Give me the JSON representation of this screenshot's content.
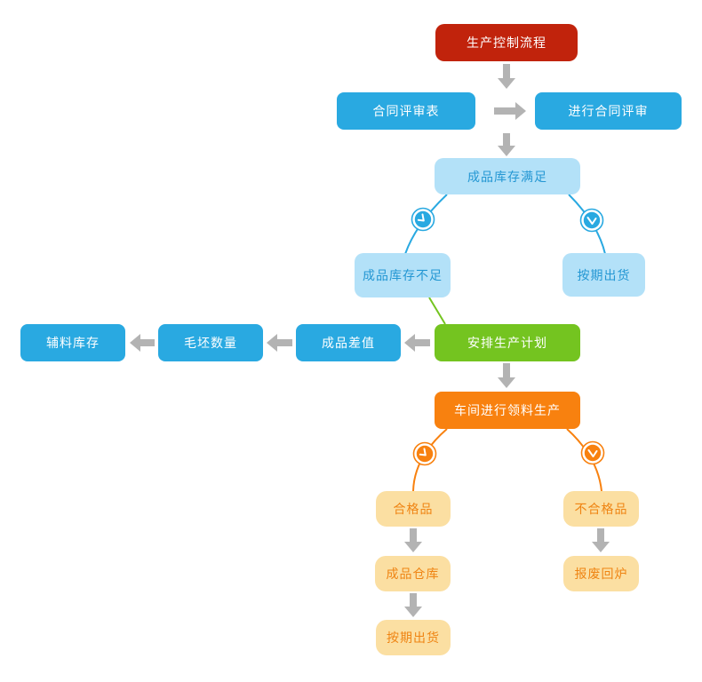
{
  "diagram": {
    "title": "生产控制流程",
    "nodes": {
      "start": {
        "label": "生产控制流程"
      },
      "contract_form": {
        "label": "合同评审表"
      },
      "contract_review": {
        "label": "进行合同评审"
      },
      "stock_ok": {
        "label": "成品库存满足"
      },
      "stock_low": {
        "label": "成品库存不足"
      },
      "ship_top": {
        "label": "按期出货"
      },
      "plan": {
        "label": "安排生产计划"
      },
      "product_diff": {
        "label": "成品差值"
      },
      "blank_qty": {
        "label": "毛坯数量"
      },
      "material_stock": {
        "label": "辅料库存"
      },
      "workshop": {
        "label": "车间进行领料生产"
      },
      "qualified": {
        "label": "合格品"
      },
      "unqualified": {
        "label": "不合格品"
      },
      "warehouse": {
        "label": "成品仓库"
      },
      "ship_bottom": {
        "label": "按期出货"
      },
      "scrap": {
        "label": "报废回炉"
      }
    },
    "edges": [
      {
        "from": "start",
        "to": "contract_form",
        "connector": "gray-block-arrow-down"
      },
      {
        "from": "contract_form",
        "to": "contract_review",
        "connector": "gray-block-arrow-right"
      },
      {
        "from": "contract_review",
        "to": "stock_ok",
        "connector": "gray-block-arrow-down"
      },
      {
        "from": "stock_ok",
        "to": "stock_low",
        "connector": "blue-line-with-clock-icon"
      },
      {
        "from": "stock_ok",
        "to": "ship_top",
        "connector": "blue-line-with-clock-icon"
      },
      {
        "from": "stock_low",
        "to": "plan",
        "connector": "green-line"
      },
      {
        "from": "plan",
        "to": "product_diff",
        "connector": "gray-block-arrow-left"
      },
      {
        "from": "product_diff",
        "to": "blank_qty",
        "connector": "gray-block-arrow-left"
      },
      {
        "from": "blank_qty",
        "to": "material_stock",
        "connector": "gray-block-arrow-left"
      },
      {
        "from": "plan",
        "to": "workshop",
        "connector": "gray-block-arrow-down"
      },
      {
        "from": "workshop",
        "to": "qualified",
        "connector": "orange-line-with-clock-icon"
      },
      {
        "from": "workshop",
        "to": "unqualified",
        "connector": "orange-line-with-clock-icon"
      },
      {
        "from": "qualified",
        "to": "warehouse",
        "connector": "gray-block-arrow-down"
      },
      {
        "from": "warehouse",
        "to": "ship_bottom",
        "connector": "gray-block-arrow-down"
      },
      {
        "from": "unqualified",
        "to": "scrap",
        "connector": "gray-block-arrow-down"
      }
    ],
    "icons": {
      "clock_blue": "clock-icon",
      "clock_orange": "clock-icon"
    },
    "colors": {
      "red": "#c1230c",
      "blue": "#29a9e1",
      "light_blue_fill": "#b3e1f8",
      "light_blue_text": "#2497d3",
      "green": "#74c420",
      "orange": "#f8810f",
      "light_orange_fill": "#fbdfa2",
      "light_orange_text": "#ef8413",
      "arrow_gray": "#b3b3b3",
      "background": "#ffffff"
    }
  }
}
